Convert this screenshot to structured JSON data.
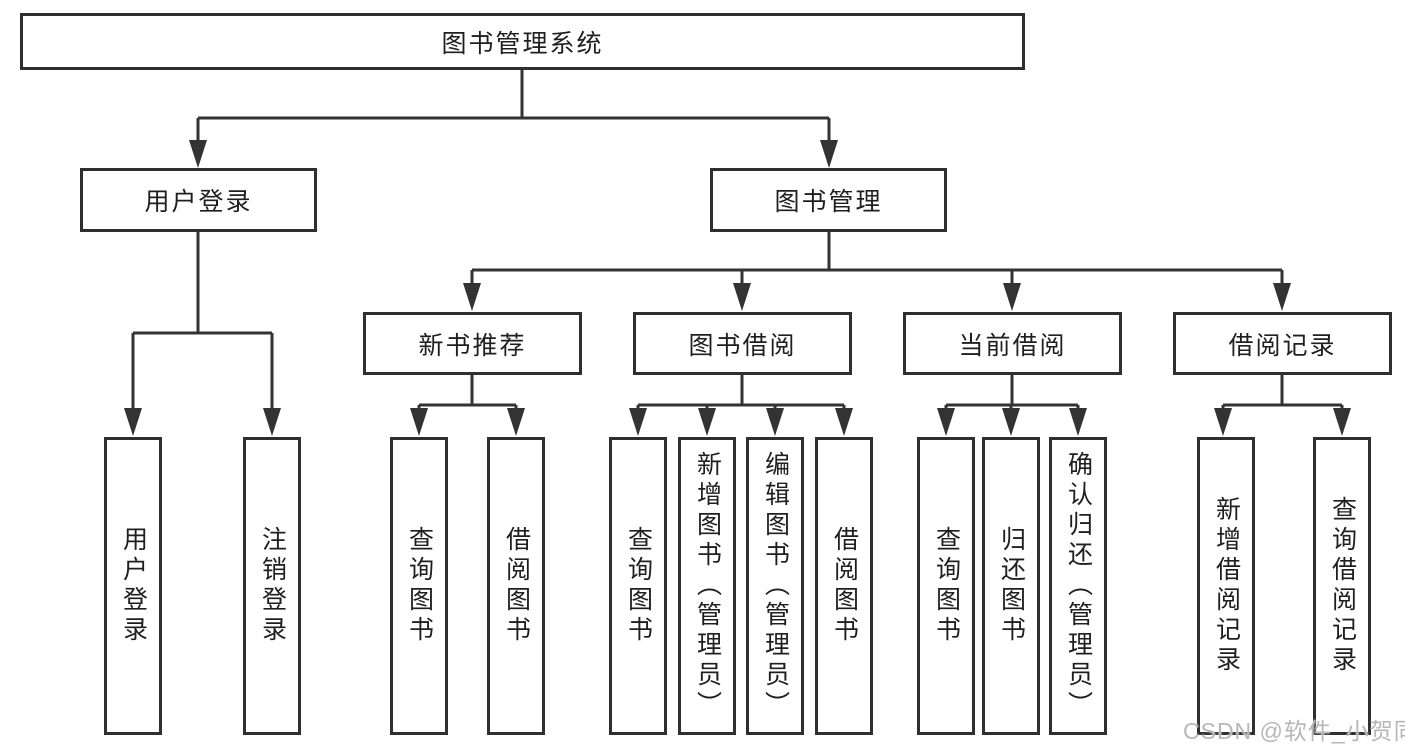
{
  "diagram": {
    "title": "图书管理系统",
    "tree": {
      "root": {
        "label": "图书管理系统"
      },
      "level2": [
        {
          "label": "用户登录"
        },
        {
          "label": "图书管理"
        }
      ],
      "level3": [
        {
          "label": "新书推荐"
        },
        {
          "label": "图书借阅"
        },
        {
          "label": "当前借阅"
        },
        {
          "label": "借阅记录"
        }
      ],
      "leaves": {
        "user_login": [
          "用户登录",
          "注销登录"
        ],
        "new_book_recommend": [
          "查询图书",
          "借阅图书"
        ],
        "book_borrow": [
          "查询图书",
          "新增图书（管理员）",
          "编辑图书（管理员）",
          "借阅图书"
        ],
        "current_borrow": [
          "查询图书",
          "归还图书",
          "确认归还（管理员）"
        ],
        "borrow_records": [
          "新增借阅记录",
          "查询借阅记录"
        ]
      }
    },
    "colors": {
      "line": "#333333",
      "border": "#2f2f2f",
      "text": "#1f1f1f",
      "background": "#ffffff",
      "watermark": "#b7b7b7"
    },
    "watermark": "CSDN @软件_小贺同学"
  }
}
